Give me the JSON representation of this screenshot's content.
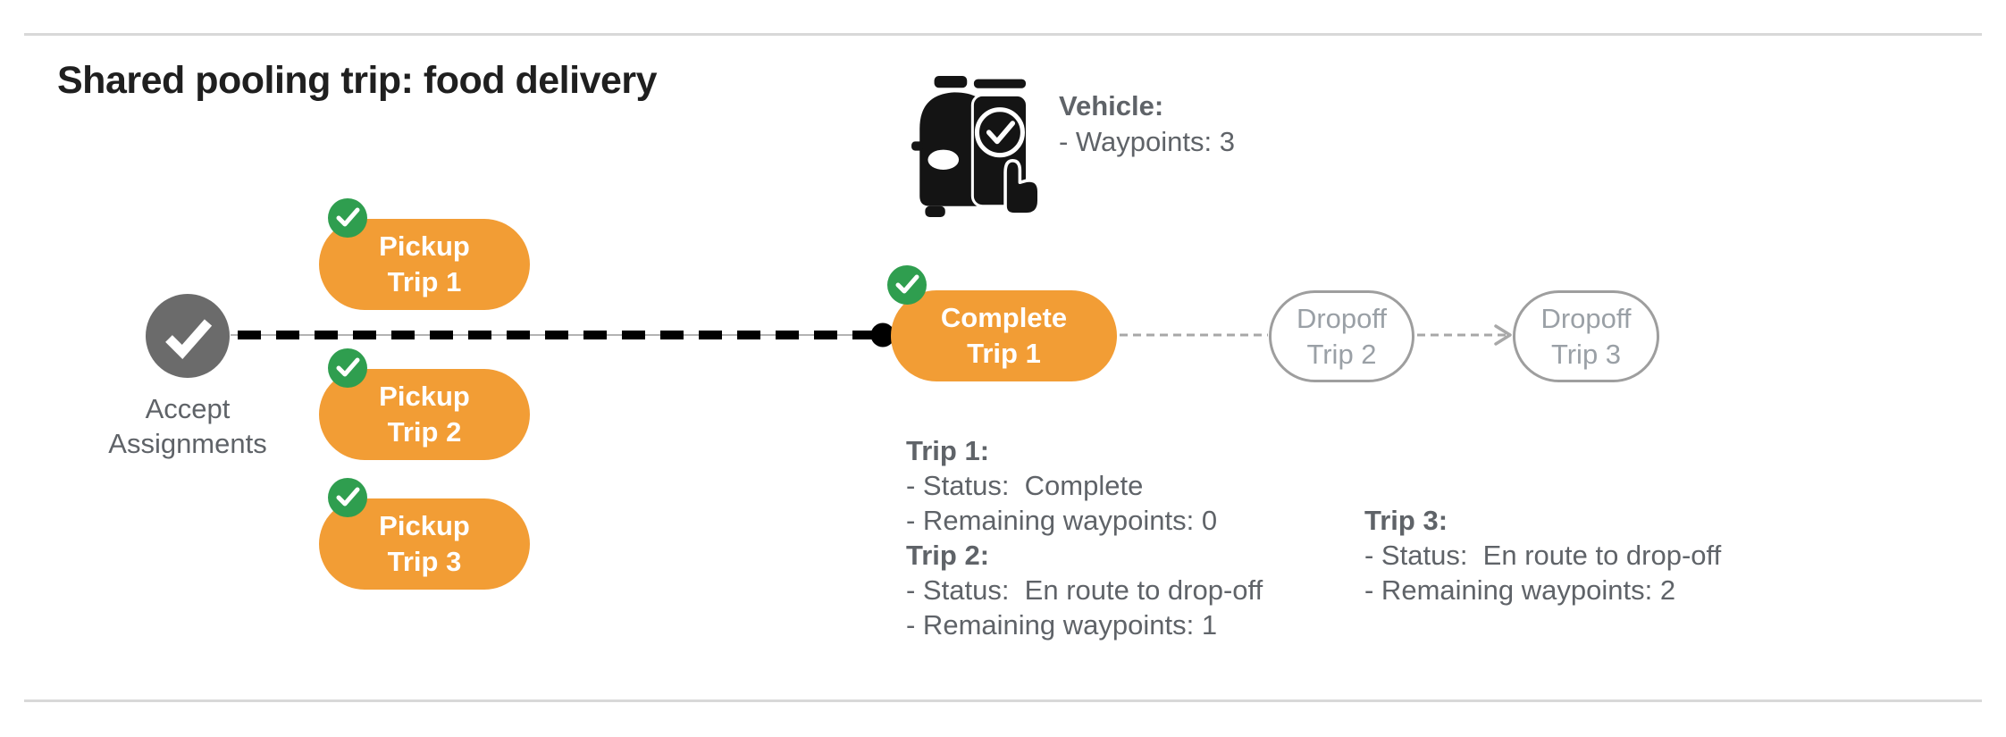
{
  "title": "Shared pooling trip: food delivery",
  "vehicle_panel": {
    "icon": "car-phone-check-icon",
    "heading": "Vehicle:",
    "waypoints_line": "- Waypoints: 3"
  },
  "flow": {
    "accept_node": {
      "icon": "check-circle-icon",
      "line1": "Accept",
      "line2": "Assignments"
    },
    "pickup_nodes": [
      {
        "badge_icon": "check-badge-icon",
        "line1": "Pickup",
        "line2": "Trip 1"
      },
      {
        "badge_icon": "check-badge-icon",
        "line1": "Pickup",
        "line2": "Trip 2"
      },
      {
        "badge_icon": "check-badge-icon",
        "line1": "Pickup",
        "line2": "Trip 3"
      }
    ],
    "complete_node": {
      "badge_icon": "check-badge-icon",
      "line1": "Complete",
      "line2": "Trip 1"
    },
    "dropoff_nodes": [
      {
        "line1": "Dropoff",
        "line2": "Trip 2"
      },
      {
        "line1": "Dropoff",
        "line2": "Trip 3"
      }
    ]
  },
  "status_blocks": [
    {
      "items": [
        {
          "heading": "Trip 1:",
          "lines": [
            "- Status:  Complete",
            "- Remaining waypoints: 0"
          ]
        },
        {
          "heading": "Trip 2:",
          "lines": [
            "- Status:  En route to drop-off",
            "- Remaining waypoints: 1"
          ]
        }
      ]
    },
    {
      "items": [
        {
          "heading": "Trip 3:",
          "lines": [
            "- Status:  En route to drop-off",
            "- Remaining waypoints: 2"
          ]
        }
      ]
    }
  ],
  "colors": {
    "pill_orange": "#F29D35",
    "badge_green": "#2F9E4F",
    "node_gray": "#6B6B6B",
    "text_gray": "#5F6368",
    "dropoff_gray": "#9AA0A6",
    "dropoff_border": "#9E9E9E",
    "connector_gray": "#A8A8A8",
    "route_black": "#000000",
    "divider_gray": "#D8D8D8",
    "title_color": "#1F1F1F"
  }
}
